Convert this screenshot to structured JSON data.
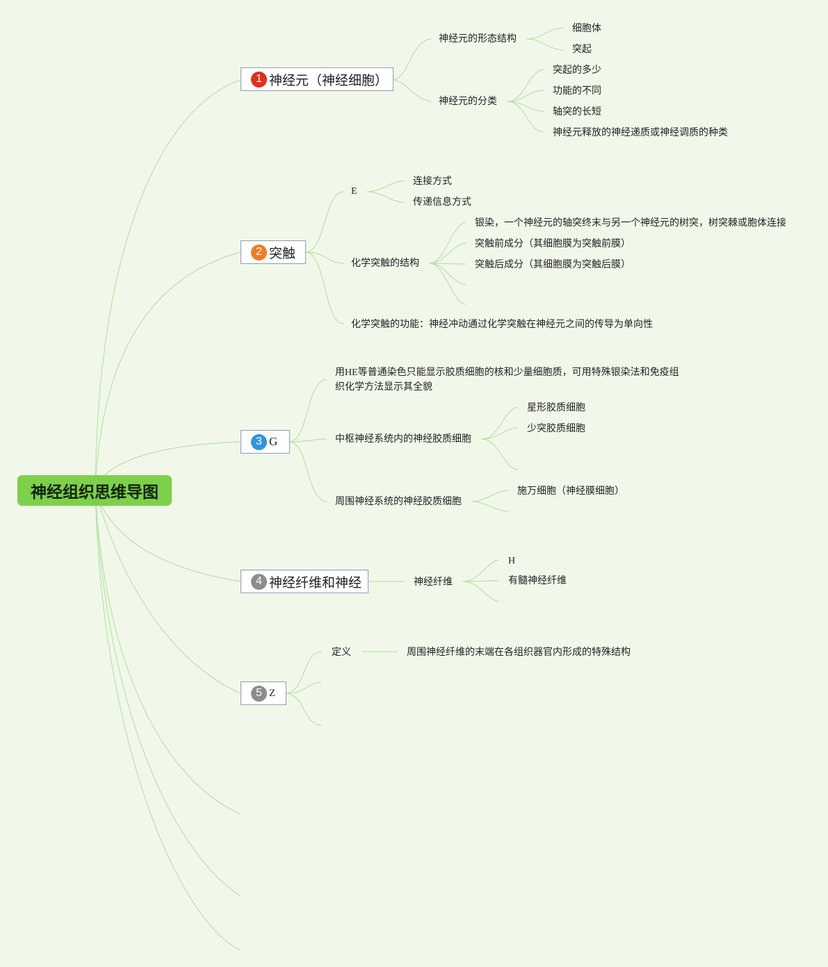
{
  "title": "神经组织思维导图",
  "colors": {
    "background": "#f1f8ea",
    "root": "#7dd04a",
    "line": "#b9e3a6",
    "badge1": "#e0301e",
    "badge2": "#f07c24",
    "badge3": "#2f95dd",
    "badge4": "#8d8d8d",
    "badge5": "#8d8d8d"
  },
  "branches": [
    {
      "num": "1",
      "label": "神经元（神经细胞）",
      "children": [
        {
          "label": "神经元的形态结构",
          "children": [
            "细胞体",
            "突起"
          ]
        },
        {
          "label": "神经元的分类",
          "children": [
            "突起的多少",
            "功能的不同",
            "轴突的长短",
            "神经元释放的神经递质或神经调质的种类"
          ]
        }
      ]
    },
    {
      "num": "2",
      "label": "突触",
      "children": [
        {
          "label": "E",
          "children": [
            "连接方式",
            "传递信息方式"
          ]
        },
        {
          "label": "化学突触的结构",
          "children": [
            "银染，一个神经元的轴突终末与另一个神经元的树突，树突棘或胞体连接",
            "突触前成分（其细胞膜为突触前膜）",
            "突触后成分（其细胞膜为突触后膜）"
          ]
        },
        {
          "label": "化学突触的功能：神经冲动通过化学突触在神经元之间的传导为单向性"
        }
      ]
    },
    {
      "num": "3",
      "label": "G",
      "children": [
        {
          "label_lines": [
            "用HE等普通染色只能显示胶质细胞的核和少量细胞质，可用特殊银染法和免疫组",
            "织化学方法显示其全貌"
          ]
        },
        {
          "label": "中枢神经系统内的神经胶质细胞",
          "children": [
            "星形胶质细胞",
            "少突胶质细胞"
          ]
        },
        {
          "label": "周围神经系统的神经胶质细胞",
          "children": [
            "施万细胞（神经膜细胞）"
          ]
        }
      ]
    },
    {
      "num": "4",
      "label": "神经纤维和神经",
      "children": [
        {
          "label": "神经纤维",
          "children": [
            "H",
            "有髓神经纤维"
          ]
        }
      ]
    },
    {
      "num": "5",
      "label": "Z",
      "children": [
        {
          "label": "定义",
          "children": [
            "周围神经纤维的末端在各组织器官内形成的特殊结构"
          ]
        }
      ]
    }
  ]
}
